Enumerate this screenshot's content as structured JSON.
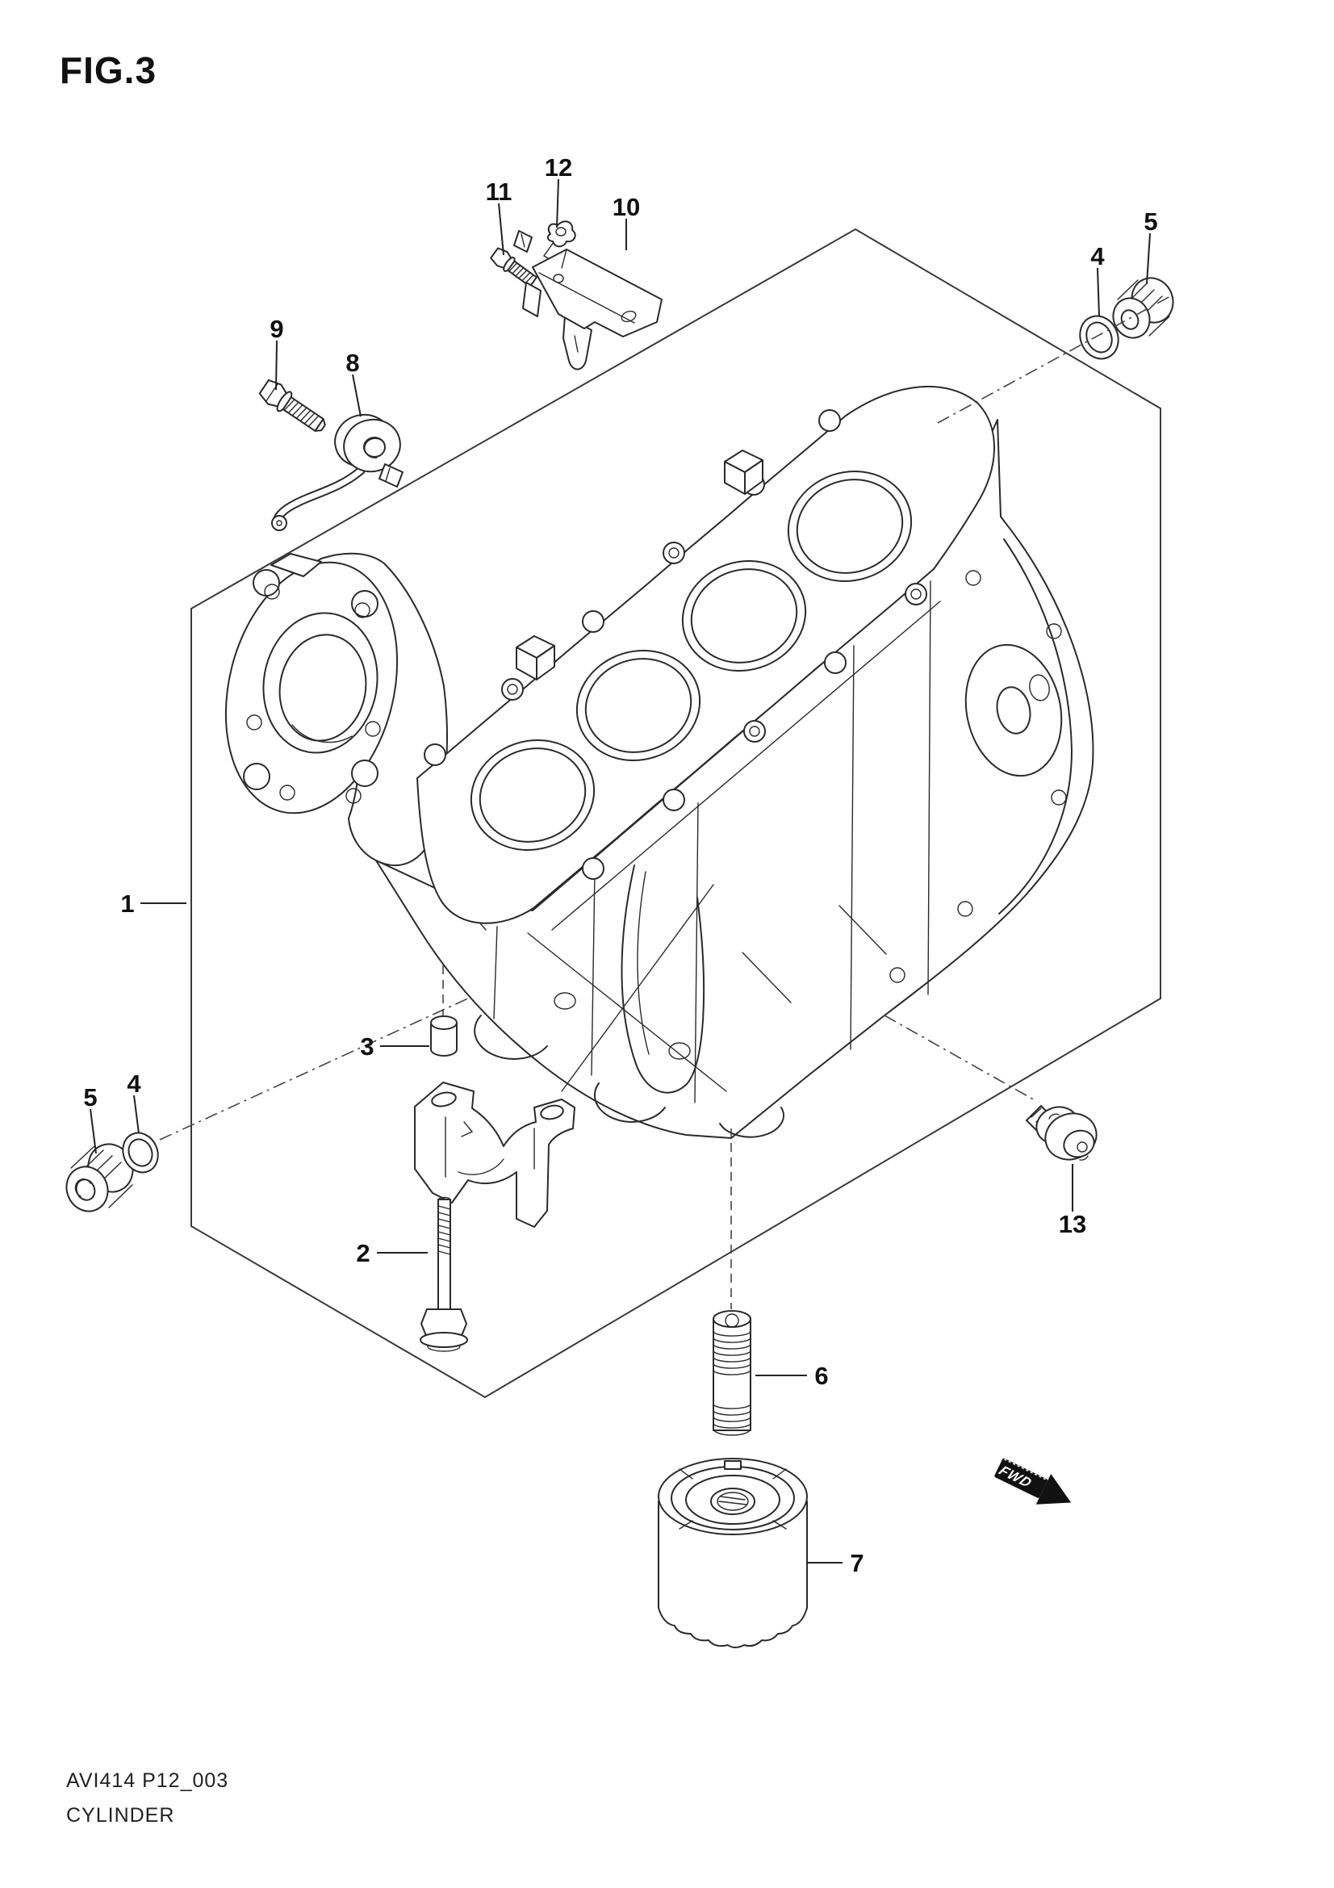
{
  "figure": {
    "title": "FIG.3"
  },
  "footer": {
    "code": "AVI414 P12_003",
    "name": "CYLINDER"
  },
  "fwd_marker": {
    "label": "FWD"
  },
  "colors": {
    "line": "#2a2a2a",
    "label": "#111111",
    "background": "#ffffff",
    "fwd_fill": "#111111"
  },
  "callouts": [
    {
      "number": "1"
    },
    {
      "number": "2"
    },
    {
      "number": "3"
    },
    {
      "number": "4"
    },
    {
      "number": "5"
    },
    {
      "number": "6"
    },
    {
      "number": "7"
    },
    {
      "number": "8"
    },
    {
      "number": "9"
    },
    {
      "number": "10"
    },
    {
      "number": "11"
    },
    {
      "number": "12"
    },
    {
      "number": "13"
    }
  ]
}
